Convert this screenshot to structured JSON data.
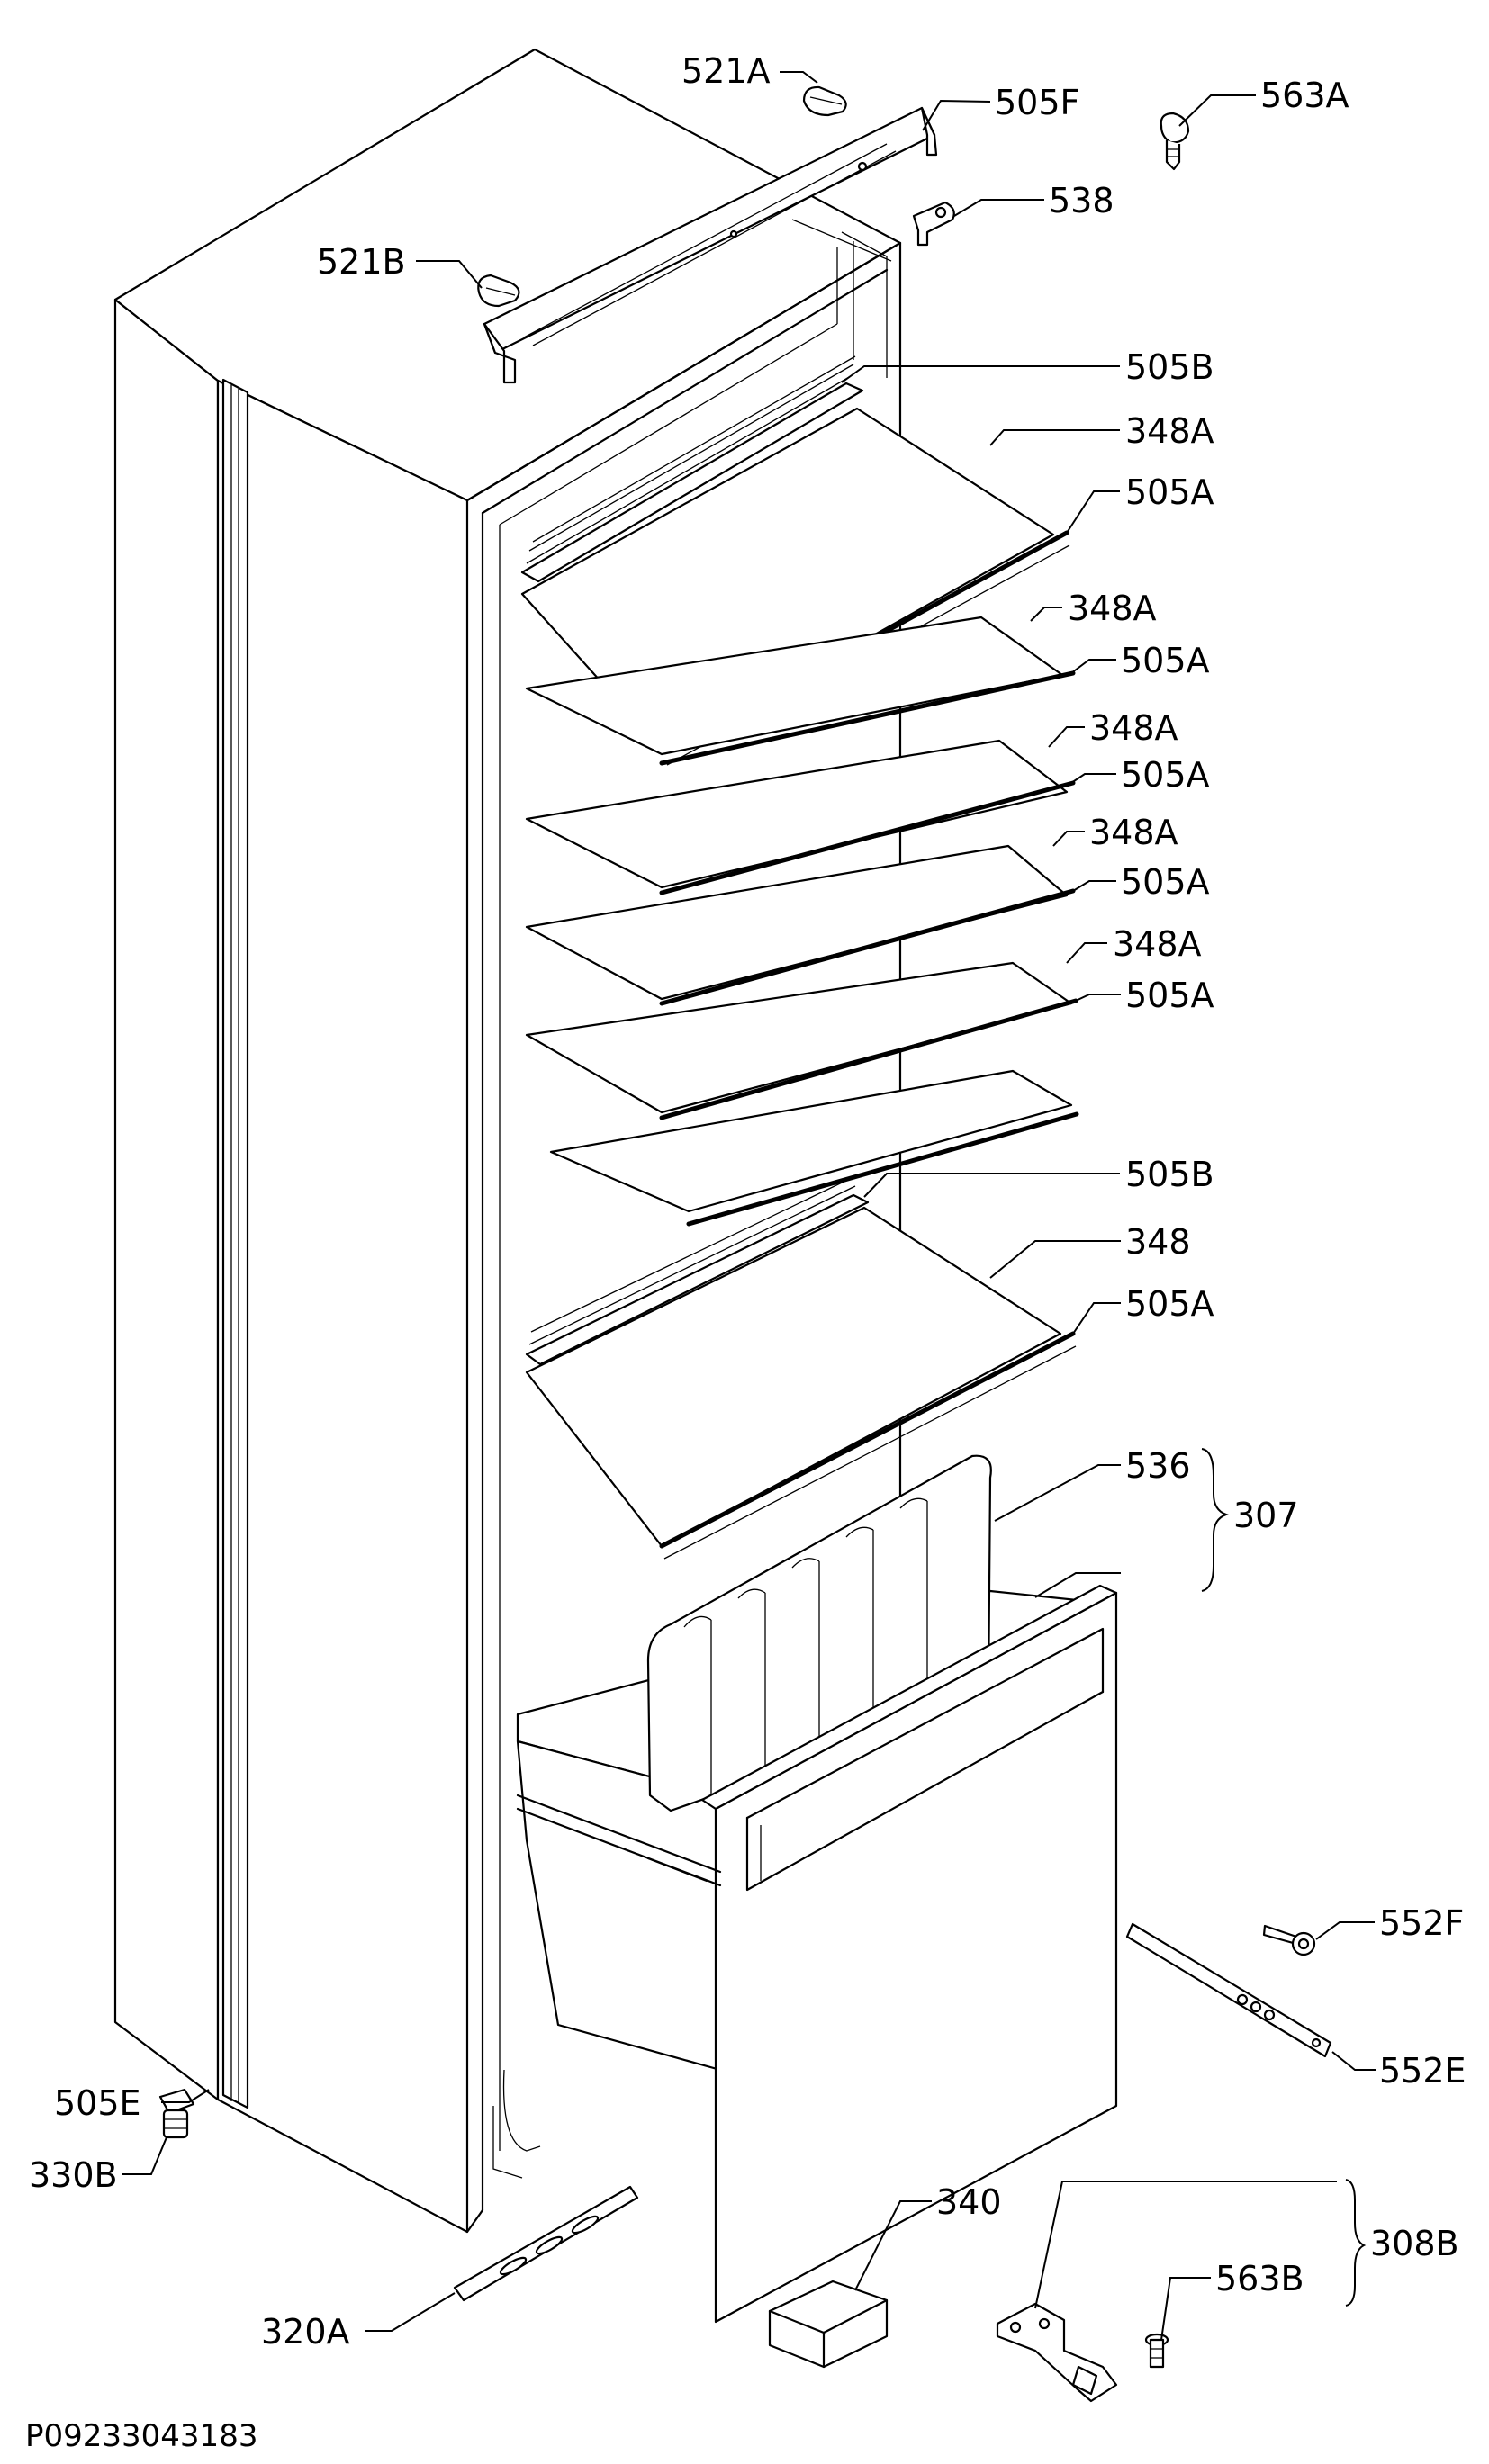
{
  "diagram": {
    "document_code": "P09233043183",
    "callouts": [
      {
        "id": "521A",
        "label": "521A"
      },
      {
        "id": "505F",
        "label": "505F"
      },
      {
        "id": "563A",
        "label": "563A"
      },
      {
        "id": "538",
        "label": "538"
      },
      {
        "id": "521B",
        "label": "521B"
      },
      {
        "id": "505B-top",
        "label": "505B"
      },
      {
        "id": "348A-1",
        "label": "348A"
      },
      {
        "id": "505A-1",
        "label": "505A"
      },
      {
        "id": "348A-2",
        "label": "348A"
      },
      {
        "id": "505A-2",
        "label": "505A"
      },
      {
        "id": "348A-3",
        "label": "348A"
      },
      {
        "id": "505A-3",
        "label": "505A"
      },
      {
        "id": "348A-4",
        "label": "348A"
      },
      {
        "id": "505A-4",
        "label": "505A"
      },
      {
        "id": "348A-5",
        "label": "348A"
      },
      {
        "id": "505A-5",
        "label": "505A"
      },
      {
        "id": "505B-mid",
        "label": "505B"
      },
      {
        "id": "348",
        "label": "348"
      },
      {
        "id": "505A-6",
        "label": "505A"
      },
      {
        "id": "536",
        "label": "536"
      },
      {
        "id": "307",
        "label": "307"
      },
      {
        "id": "552F",
        "label": "552F"
      },
      {
        "id": "552E",
        "label": "552E"
      },
      {
        "id": "505E",
        "label": "505E"
      },
      {
        "id": "330B",
        "label": "330B"
      },
      {
        "id": "340",
        "label": "340"
      },
      {
        "id": "563B",
        "label": "563B"
      },
      {
        "id": "308B",
        "label": "308B"
      },
      {
        "id": "320A",
        "label": "320A"
      }
    ]
  }
}
